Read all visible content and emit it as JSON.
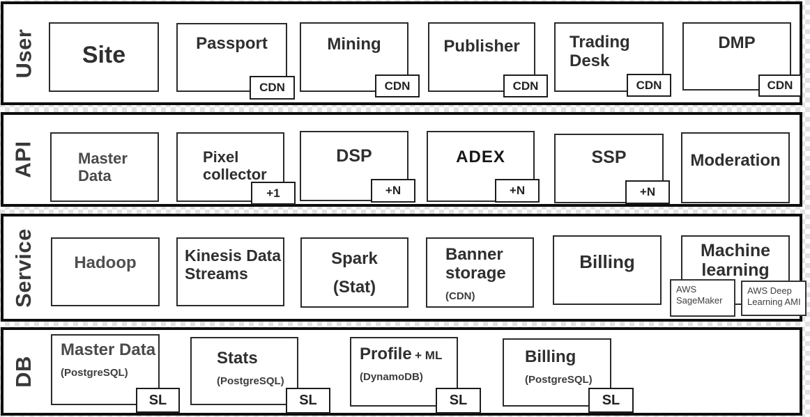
{
  "theme": {
    "ink": "#1a1a1a",
    "box_border": "#2b2b2b",
    "band_border": "#0e0e0e",
    "checker": "#e2e2e2"
  },
  "diagram": {
    "bands": [
      {
        "id": "user",
        "label": "User",
        "boxes": [
          {
            "id": "site",
            "lines": [
              "Site"
            ]
          },
          {
            "id": "passport",
            "lines": [
              "Passport"
            ],
            "badge": "CDN"
          },
          {
            "id": "mining",
            "lines": [
              "Mining"
            ],
            "badge": "CDN"
          },
          {
            "id": "publisher",
            "lines": [
              "Publisher"
            ],
            "badge": "CDN"
          },
          {
            "id": "trading-desk",
            "lines": [
              "Trading",
              "Desk"
            ],
            "badge": "CDN"
          },
          {
            "id": "dmp",
            "lines": [
              "DMP"
            ],
            "badge": "CDN"
          }
        ]
      },
      {
        "id": "api",
        "label": "API",
        "boxes": [
          {
            "id": "master-data",
            "lines": [
              "Master",
              "Data"
            ]
          },
          {
            "id": "pixel-collector",
            "lines": [
              "Pixel",
              "collector"
            ],
            "badge": "+1"
          },
          {
            "id": "dsp",
            "lines": [
              "DSP"
            ],
            "badge": "+N"
          },
          {
            "id": "adex",
            "lines": [
              "ADEX"
            ],
            "badge": "+N"
          },
          {
            "id": "ssp",
            "lines": [
              "SSP"
            ],
            "badge": "+N"
          },
          {
            "id": "moderation",
            "lines": [
              "Moderation"
            ]
          }
        ]
      },
      {
        "id": "service",
        "label": "Service",
        "boxes": [
          {
            "id": "hadoop",
            "lines": [
              "Hadoop"
            ]
          },
          {
            "id": "kinesis",
            "lines": [
              "Kinesis Data",
              "Streams"
            ]
          },
          {
            "id": "spark",
            "lines": [
              "Spark",
              "(Stat)"
            ]
          },
          {
            "id": "banner-storage",
            "lines": [
              "Banner",
              "storage"
            ],
            "note": "(CDN)"
          },
          {
            "id": "billing",
            "lines": [
              "Billing"
            ]
          },
          {
            "id": "machine-learning",
            "lines": [
              "Machine",
              "learning"
            ],
            "tags": [
              "AWS SageMaker",
              "AWS Deep Learning AMI"
            ]
          }
        ]
      },
      {
        "id": "db",
        "label": "DB",
        "boxes": [
          {
            "id": "master-data-db",
            "lines": [
              "Master Data"
            ],
            "note": "(PostgreSQL)",
            "badge": "SL"
          },
          {
            "id": "stats",
            "lines": [
              "Stats"
            ],
            "note": "(PostgreSQL)",
            "badge": "SL"
          },
          {
            "id": "profile",
            "lines": [
              "Profile"
            ],
            "suffix": "+ ML",
            "note": "(DynamoDB)",
            "badge": "SL"
          },
          {
            "id": "billing-db",
            "lines": [
              "Billing"
            ],
            "note": "(PostgreSQL)",
            "badge": "SL"
          }
        ]
      }
    ]
  }
}
